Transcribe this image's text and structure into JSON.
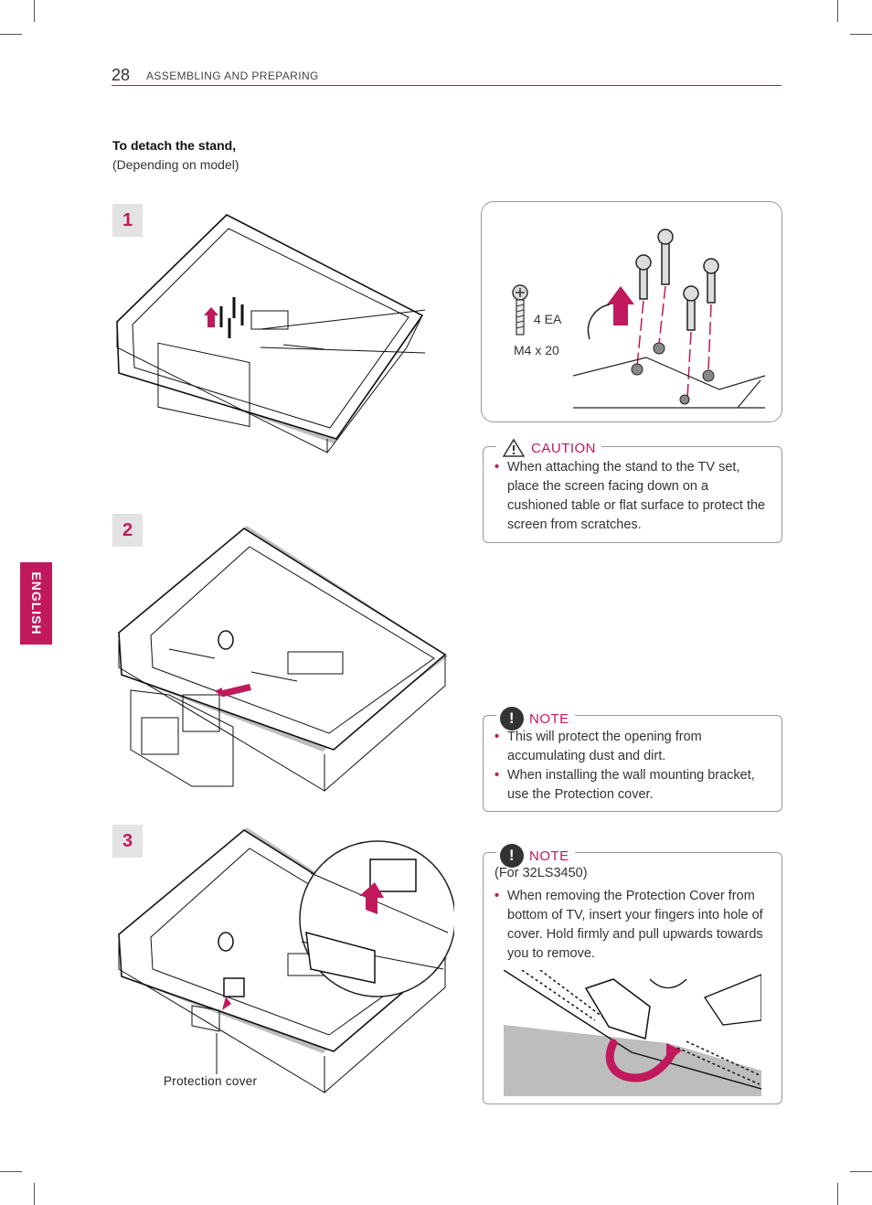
{
  "header": {
    "page_number": "28",
    "section_title": "ASSEMBLING AND PREPARING"
  },
  "side_tab": {
    "label": "ENGLISH"
  },
  "heading": {
    "title": "To detach the stand,",
    "subtitle": "(Depending on model)"
  },
  "steps": [
    {
      "number": "1"
    },
    {
      "number": "2"
    },
    {
      "number": "3"
    }
  ],
  "screw_detail": {
    "quantity": "4 EA",
    "size": "M4 x 20"
  },
  "caution": {
    "title": "CAUTION",
    "items": [
      "When attaching the stand to the TV set, place the screen facing down on a cushioned table or flat surface to protect the screen from scratches."
    ]
  },
  "note1": {
    "title": "NOTE",
    "items": [
      "This will protect the opening from accumulating dust and dirt.",
      "When installing the wall mounting bracket, use the Protection cover."
    ]
  },
  "note2": {
    "title": "NOTE",
    "model": "(For 32LS3450)",
    "items": [
      "When removing the Protection Cover from bottom of TV, insert your fingers into hole of cover. Hold firmly and pull upwards towards you to remove."
    ]
  },
  "figure3": {
    "label": "Protection cover"
  },
  "colors": {
    "accent": "#c0195c",
    "rule": "#b0215e",
    "step_bg": "#e3e3e3"
  },
  "icons": [
    "caution-triangle-icon",
    "note-exclamation-icon",
    "arrow-up-icon",
    "screw-icon"
  ]
}
